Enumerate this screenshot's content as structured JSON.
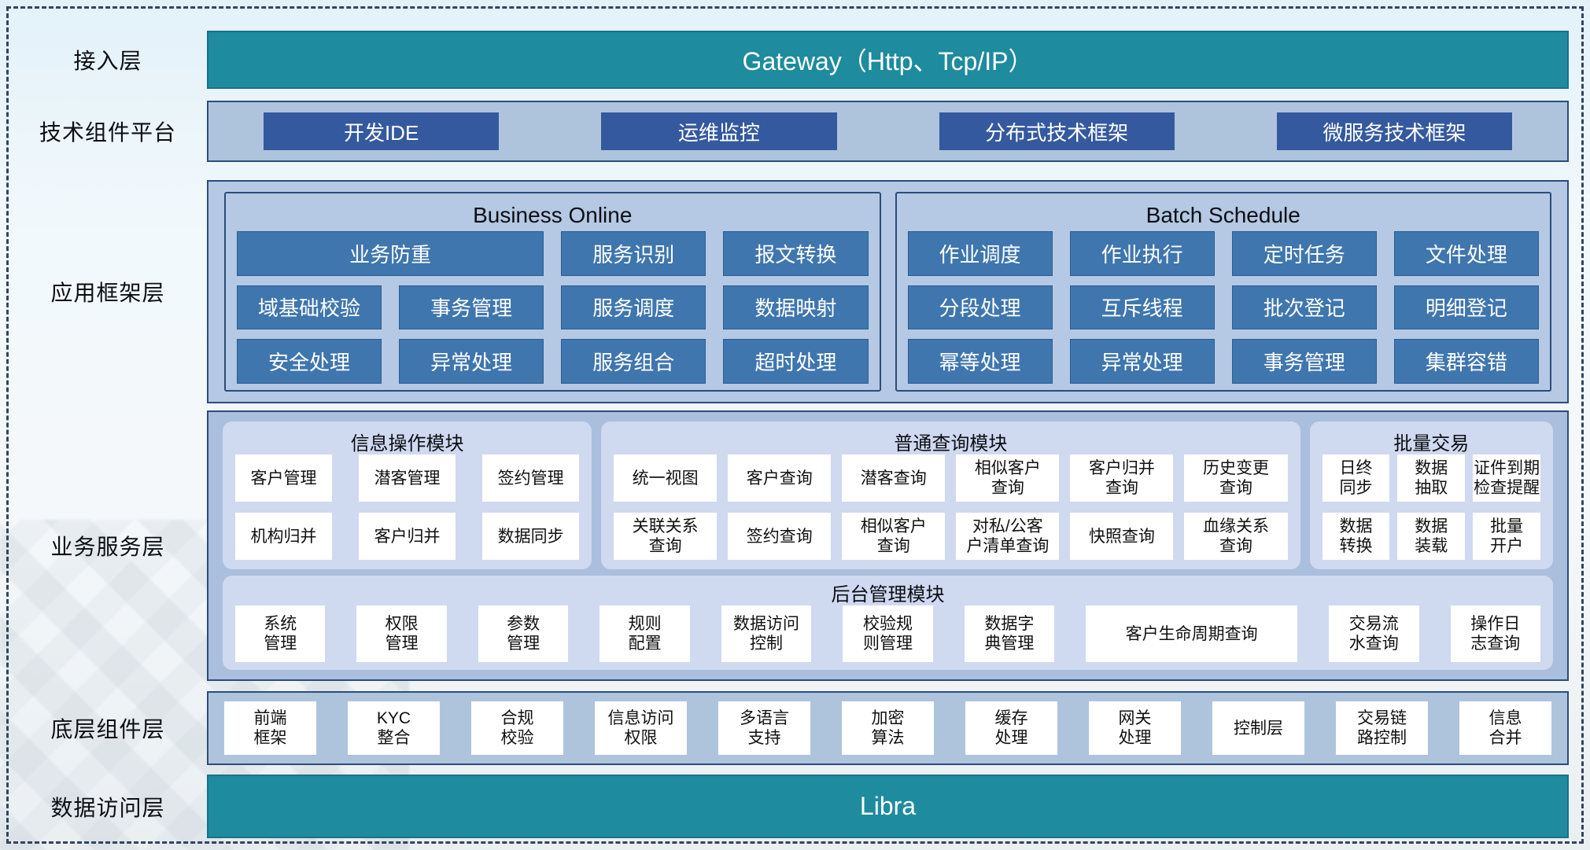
{
  "colors": {
    "teal_bar": "#1e8b9e",
    "dark_blue_node": "#35599e",
    "mid_blue_node": "#3f76ae",
    "panel_light_blue": "#aec4dd",
    "panel_periwinkle": "#b5c8e4",
    "module_fill": "#cfd9f0",
    "panel_border": "#2c4d79",
    "dashed_frame": "#32455c"
  },
  "layers": {
    "access": {
      "label": "接入层",
      "gateway": "Gateway（Http、Tcp/IP）"
    },
    "tech": {
      "label": "技术组件平台",
      "items": [
        "开发IDE",
        "运维监控",
        "分布式技术框架",
        "微服务技术框架"
      ]
    },
    "framework": {
      "label": "应用框架层",
      "groups": [
        {
          "title": "Business Online",
          "items": [
            {
              "label": "业务防重",
              "span": 2
            },
            "服务识别",
            "报文转换",
            "域基础校验",
            "事务管理",
            "服务调度",
            "数据映射",
            "安全处理",
            "异常处理",
            "服务组合",
            "超时处理"
          ]
        },
        {
          "title": "Batch Schedule",
          "items": [
            "作业调度",
            "作业执行",
            "定时任务",
            "文件处理",
            "分段处理",
            "互斥线程",
            "批次登记",
            "明细登记",
            "幂等处理",
            "异常处理",
            "事务管理",
            "集群容错"
          ]
        }
      ]
    },
    "service": {
      "label": "业务服务层",
      "modules": [
        {
          "title": "信息操作模块",
          "items": [
            "客户管理",
            "潜客管理",
            "签约管理",
            "机构归并",
            "客户归并",
            "数据同步"
          ]
        },
        {
          "title": "普通查询模块",
          "items": [
            "统一视图",
            "客户查询",
            "潜客查询",
            "相似客户\n查询",
            "客户归并\n查询",
            "历史变更\n查询",
            "关联关系\n查询",
            "签约查询",
            "相似客户\n查询",
            "对私/公客\n户清单查询",
            "快照查询",
            "血缘关系\n查询"
          ]
        },
        {
          "title": "批量交易",
          "items": [
            "日终\n同步",
            "数据\n抽取",
            "证件到期\n检查提醒",
            "数据\n转换",
            "数据\n装载",
            "批量\n开户"
          ]
        }
      ],
      "admin": {
        "title": "后台管理模块",
        "items": [
          "系统\n管理",
          "权限\n管理",
          "参数\n管理",
          "规则\n配置",
          "数据访问\n控制",
          "校验规\n则管理",
          "数据字\n典管理",
          {
            "label": "客户生命周期查询",
            "span": 2
          },
          "交易流\n水查询",
          "操作日\n志查询"
        ]
      }
    },
    "base": {
      "label": "底层组件层",
      "items": [
        "前端\n框架",
        "KYC\n整合",
        "合规\n校验",
        "信息访问\n权限",
        "多语言\n支持",
        "加密\n算法",
        "缓存\n处理",
        "网关\n处理",
        "控制层",
        "交易链\n路控制",
        "信息\n合并"
      ]
    },
    "data": {
      "label": "数据访问层",
      "bar": "Libra"
    }
  }
}
